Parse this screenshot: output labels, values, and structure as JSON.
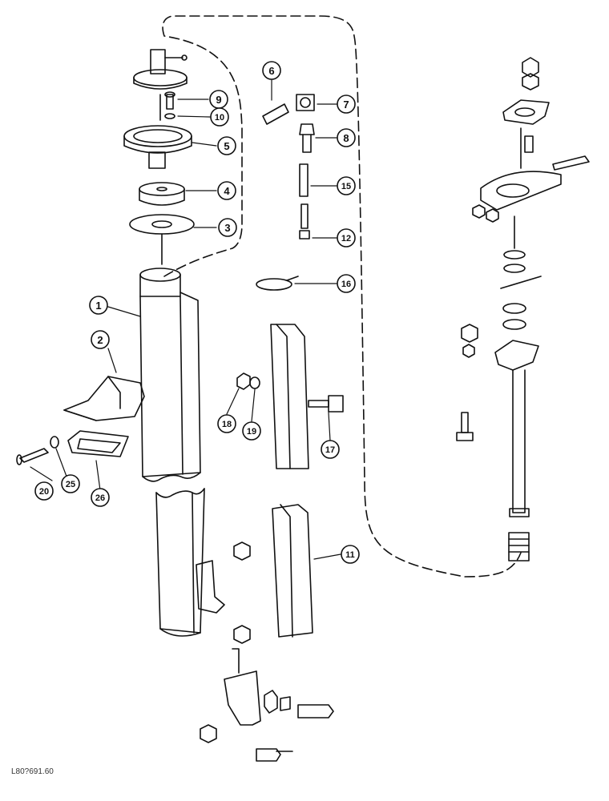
{
  "callouts": [
    {
      "id": "c1",
      "label": "1"
    },
    {
      "id": "c2",
      "label": "2"
    },
    {
      "id": "c3",
      "label": "3"
    },
    {
      "id": "c4",
      "label": "4"
    },
    {
      "id": "c5",
      "label": "5"
    },
    {
      "id": "c6",
      "label": "6"
    },
    {
      "id": "c7",
      "label": "7"
    },
    {
      "id": "c8",
      "label": "8"
    },
    {
      "id": "c9",
      "label": "9"
    },
    {
      "id": "c10",
      "label": "10"
    },
    {
      "id": "c11",
      "label": "11"
    },
    {
      "id": "c12",
      "label": "12"
    },
    {
      "id": "c15",
      "label": "15"
    },
    {
      "id": "c16",
      "label": "16"
    },
    {
      "id": "c17",
      "label": "17"
    },
    {
      "id": "c18",
      "label": "18"
    },
    {
      "id": "c19",
      "label": "19"
    },
    {
      "id": "c20",
      "label": "20"
    },
    {
      "id": "c25",
      "label": "25"
    },
    {
      "id": "c26",
      "label": "26"
    }
  ],
  "reference_code": "L80?691.60"
}
